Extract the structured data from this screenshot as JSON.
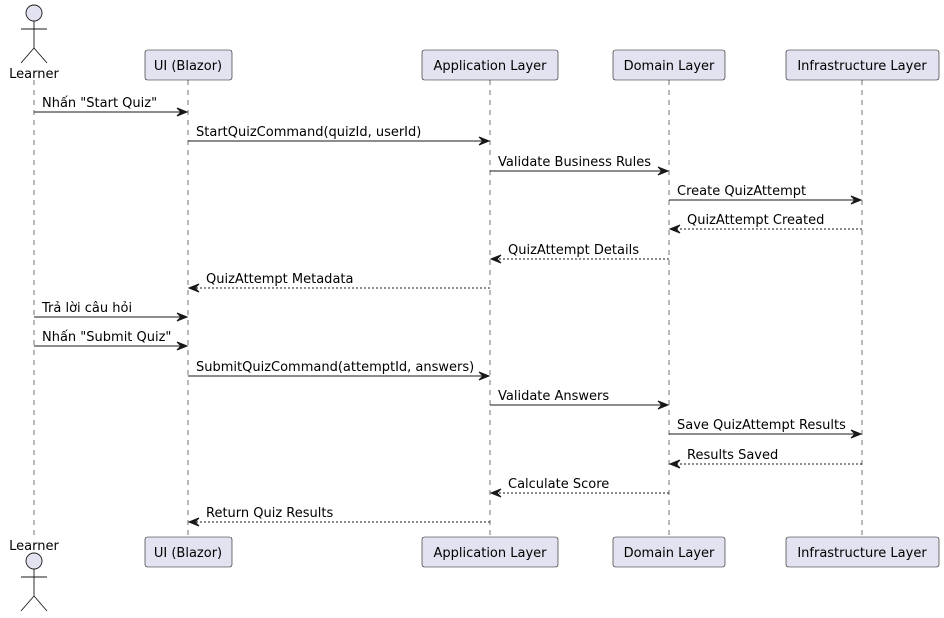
{
  "participants": [
    {
      "id": "learner",
      "label": "Learner",
      "type": "actor"
    },
    {
      "id": "ui",
      "label": "UI (Blazor)",
      "type": "box"
    },
    {
      "id": "app",
      "label": "Application Layer",
      "type": "box"
    },
    {
      "id": "domain",
      "label": "Domain Layer",
      "type": "box"
    },
    {
      "id": "infra",
      "label": "Infrastructure Layer",
      "type": "box"
    }
  ],
  "messages": [
    {
      "from": "learner",
      "to": "ui",
      "label": "Nhấn \"Start Quiz\"",
      "style": "solid"
    },
    {
      "from": "ui",
      "to": "app",
      "label": "StartQuizCommand(quizId, userId)",
      "style": "solid"
    },
    {
      "from": "app",
      "to": "domain",
      "label": "Validate Business Rules",
      "style": "solid"
    },
    {
      "from": "domain",
      "to": "infra",
      "label": "Create QuizAttempt",
      "style": "solid"
    },
    {
      "from": "infra",
      "to": "domain",
      "label": "QuizAttempt Created",
      "style": "dashed"
    },
    {
      "from": "domain",
      "to": "app",
      "label": "QuizAttempt Details",
      "style": "dashed"
    },
    {
      "from": "app",
      "to": "ui",
      "label": "QuizAttempt Metadata",
      "style": "dashed"
    },
    {
      "from": "learner",
      "to": "ui",
      "label": "Trả lời câu hỏi",
      "style": "solid"
    },
    {
      "from": "learner",
      "to": "ui",
      "label": "Nhấn \"Submit Quiz\"",
      "style": "solid"
    },
    {
      "from": "ui",
      "to": "app",
      "label": "SubmitQuizCommand(attemptId, answers)",
      "style": "solid"
    },
    {
      "from": "app",
      "to": "domain",
      "label": "Validate Answers",
      "style": "solid"
    },
    {
      "from": "domain",
      "to": "infra",
      "label": "Save QuizAttempt Results",
      "style": "solid"
    },
    {
      "from": "infra",
      "to": "domain",
      "label": "Results Saved",
      "style": "dashed"
    },
    {
      "from": "domain",
      "to": "app",
      "label": "Calculate Score",
      "style": "dashed"
    },
    {
      "from": "app",
      "to": "ui",
      "label": "Return Quiz Results",
      "style": "dashed"
    }
  ],
  "colors": {
    "participant_fill": "#e2e2f0",
    "border": "#181818",
    "background": "#ffffff"
  }
}
